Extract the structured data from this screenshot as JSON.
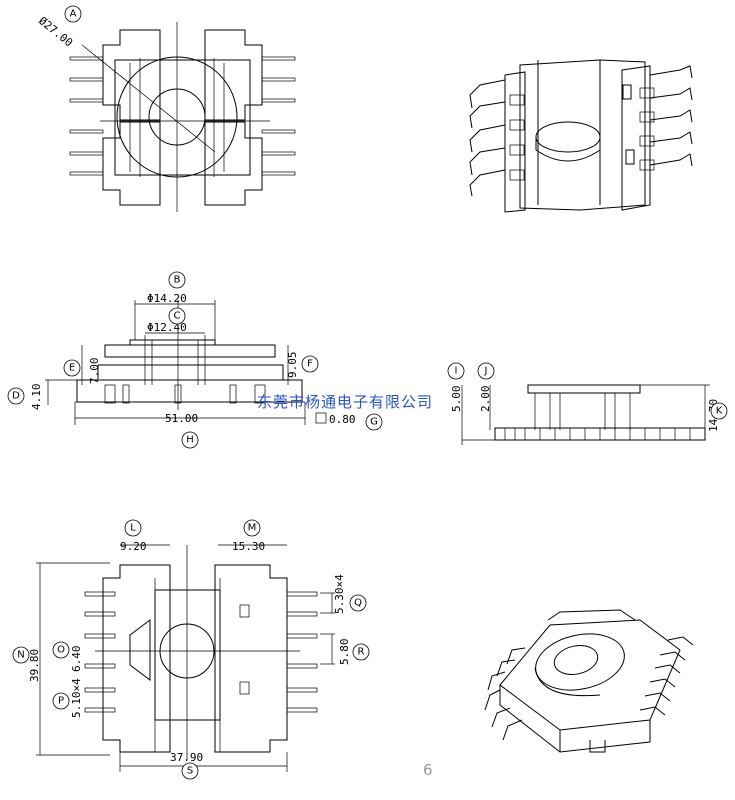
{
  "dimensions": {
    "d_27": "Ø27.00",
    "d_14_20": "Φ14.20",
    "d_12_40": "Φ12.40",
    "d_7_00": "7.00",
    "d_9_05": "9.05",
    "d_4_10": "4.10",
    "d_51_00": "51.00",
    "d_0_80": "0.80",
    "d_5_00": "5.00",
    "d_2_00": "2.00",
    "d_14_70": "14.70",
    "d_9_20": "9.20",
    "d_15_30": "15.30",
    "d_39_80": "39.80",
    "d_6_40": "6.40",
    "d_5_10x4": "5.10×4",
    "d_5_30x4": "5.30×4",
    "d_5_80": "5.80",
    "d_37_90": "37.90"
  },
  "labels": {
    "A": "A",
    "B": "B",
    "C": "C",
    "D": "D",
    "E": "E",
    "F": "F",
    "G": "G",
    "H": "H",
    "I": "I",
    "J": "J",
    "K": "K",
    "L": "L",
    "M": "M",
    "N": "N",
    "O": "O",
    "P": "P",
    "Q": "Q",
    "R": "R",
    "S": "S"
  },
  "watermark": "东莞市杨通电子有限公司",
  "page_number": "6"
}
